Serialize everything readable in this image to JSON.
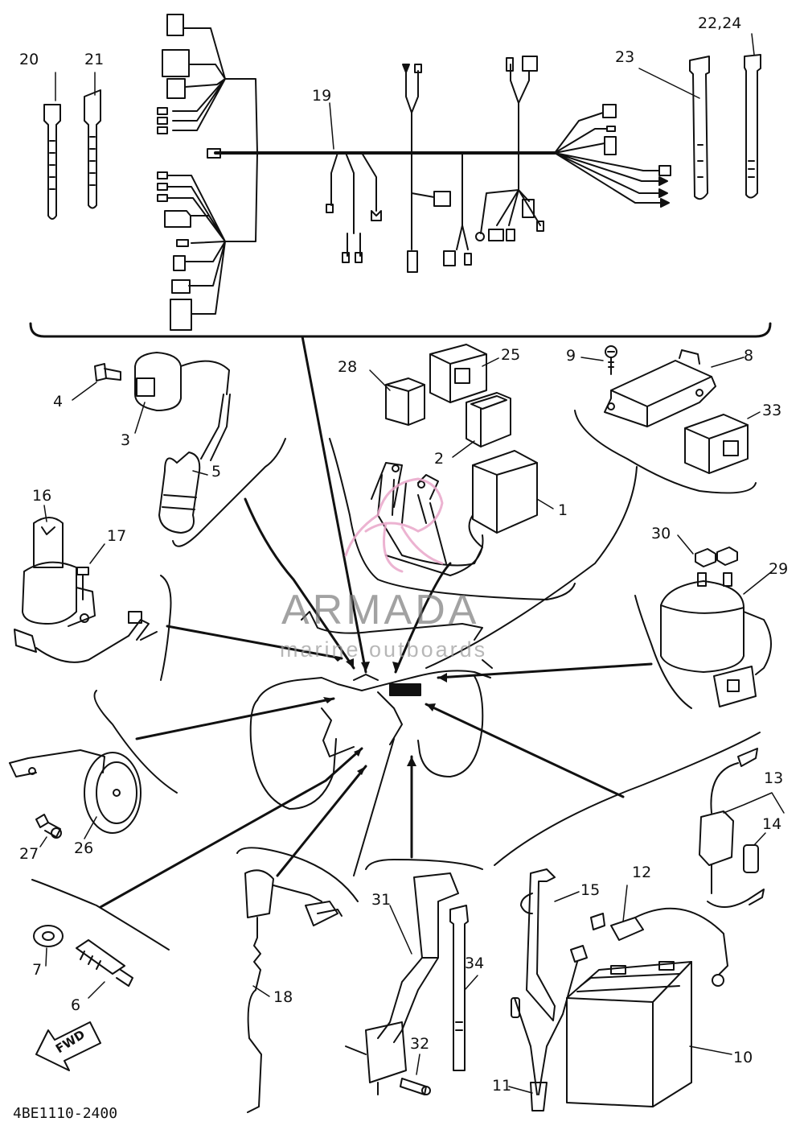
{
  "diagram": {
    "part_code": "4BE1110-2400",
    "direction_label": "FWD",
    "watermark": {
      "brand": "ARMADA",
      "tagline": "marine outboards",
      "accent_color": "#e9a6c9"
    },
    "callouts": {
      "1": "1",
      "2": "2",
      "3": "3",
      "4": "4",
      "5": "5",
      "6": "6",
      "7": "7",
      "8": "8",
      "9": "9",
      "10": "10",
      "11": "11",
      "12": "12",
      "13": "13",
      "14": "14",
      "15": "15",
      "16": "16",
      "17": "17",
      "18": "18",
      "19": "19",
      "20": "20",
      "21": "21",
      "22_24": "22,24",
      "23": "23",
      "25": "25",
      "26": "26",
      "27": "27",
      "28": "28",
      "29": "29",
      "30": "30",
      "31": "31",
      "32": "32",
      "33": "33",
      "34": "34"
    }
  }
}
